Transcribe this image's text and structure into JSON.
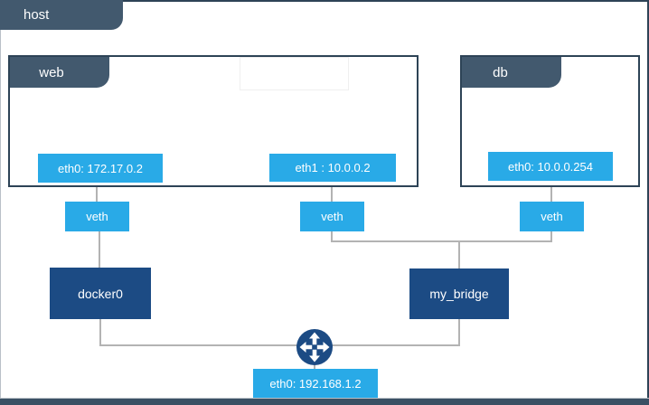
{
  "diagram": {
    "host_label": "host",
    "containers": [
      {
        "name": "web",
        "interfaces": [
          {
            "label": "eth0: 172.17.0.2"
          },
          {
            "label": "eth1 : 10.0.0.2"
          }
        ]
      },
      {
        "name": "db",
        "interfaces": [
          {
            "label": "eth0: 10.0.0.254"
          }
        ]
      }
    ],
    "veth_labels": [
      "veth",
      "veth",
      "veth"
    ],
    "bridges": [
      {
        "label": "docker0"
      },
      {
        "label": "my_bridge"
      }
    ],
    "host_interface": {
      "label": "eth0: 192.168.1.2"
    },
    "router_icon": "router-arrows-icon"
  },
  "colors": {
    "slate": "#42596e",
    "slate_border": "#2d4356",
    "bottom_bar": "#3a5064",
    "sky_blue": "#29aae7",
    "navy": "#1c4b84",
    "line_gray": "#b3b3b3"
  }
}
